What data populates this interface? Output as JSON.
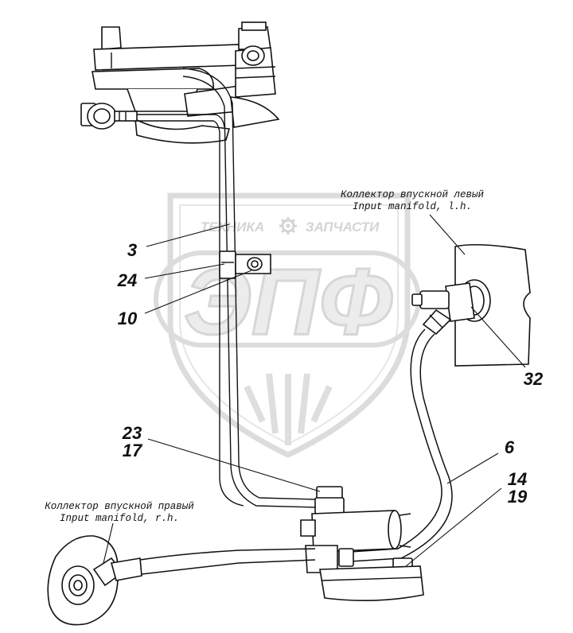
{
  "watermark": {
    "top_left": "ТЕХНИКА",
    "top_right": "ЗАПЧАСТИ",
    "big": "ЭПФ",
    "gear_icon": "gear-icon",
    "color": "#d9d9d9"
  },
  "annotations": {
    "left_ru": "Коллектор впускной левый",
    "left_en": "Input manifold, l.h.",
    "right_ru": "Коллектор впускной правый",
    "right_en": "Input manifold, r.h."
  },
  "callouts": {
    "c3": "3",
    "c24": "24",
    "c10": "10",
    "c32": "32",
    "c23": "23",
    "c17": "17",
    "c6": "6",
    "c14": "14",
    "c19": "19"
  }
}
